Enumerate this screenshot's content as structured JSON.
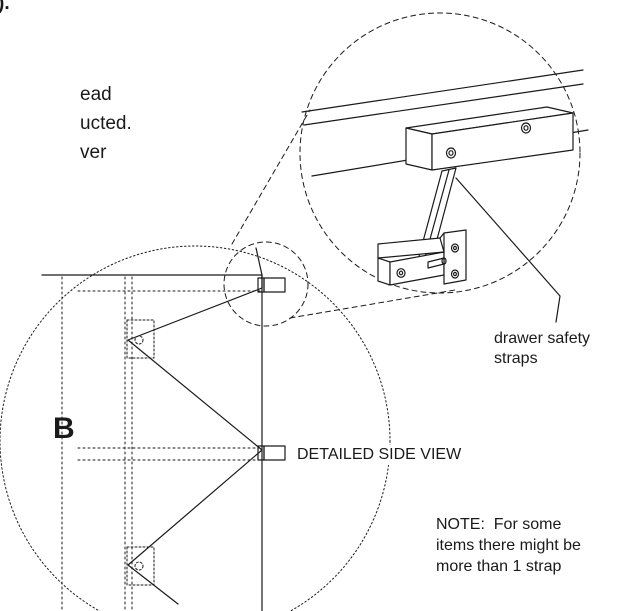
{
  "header_fragment": ").",
  "partial_text": [
    "ead",
    "ucted.",
    "ver"
  ],
  "callout_label": "drawer safety\nstraps",
  "section_letter": "B",
  "view_title": "DETAILED SIDE VIEW",
  "note_text": "NOTE:  For some\nitems there might be\nmore than 1 strap",
  "colors": {
    "line": "#1a1a1a",
    "background": "#ffffff"
  }
}
